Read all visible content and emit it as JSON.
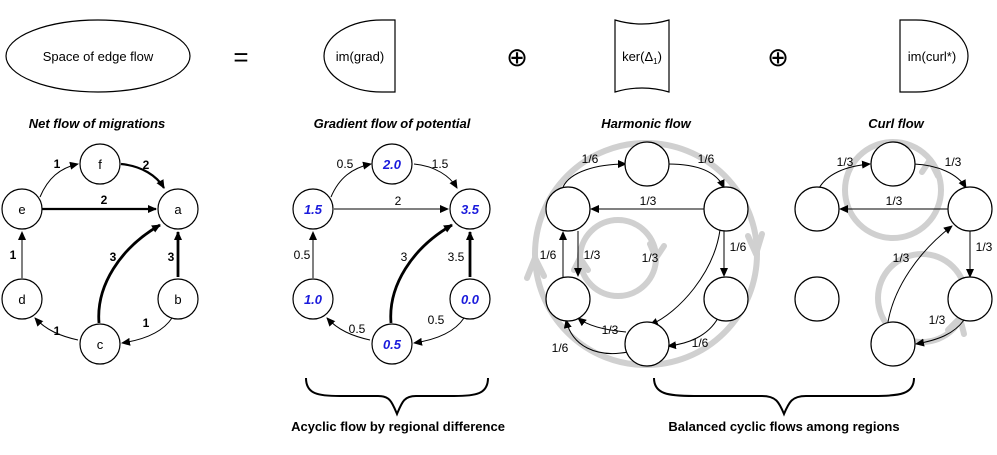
{
  "equation": {
    "space_label": "Space of edge flow",
    "equals": "=",
    "oplus": "⊕",
    "im_grad": "im(grad)",
    "ker_label": "ker(Δ",
    "ker_sub": "1",
    "ker_close": ")",
    "im_curl": "im(curl*)"
  },
  "titles": {
    "net": "Net flow of migrations",
    "gradient": "Gradient flow of potential",
    "harmonic": "Harmonic flow",
    "curl": "Curl flow"
  },
  "summaries": {
    "acyclic": "Acyclic flow by regional difference",
    "balanced": "Balanced cyclic flows among regions"
  },
  "net_flow": {
    "nodes": {
      "a": "a",
      "b": "b",
      "c": "c",
      "d": "d",
      "e": "e",
      "f": "f"
    },
    "edges": {
      "e_f": "1",
      "f_a": "2",
      "e_a": "2",
      "d_e": "1",
      "c_a": "3",
      "b_a": "3",
      "c_d": "1",
      "b_c": "1"
    }
  },
  "gradient_flow": {
    "potentials": {
      "a": "3.5",
      "b": "0.0",
      "c": "0.5",
      "d": "1.0",
      "e": "1.5",
      "f": "2.0"
    },
    "edges": {
      "e_f": "0.5",
      "f_a": "1.5",
      "e_a": "2",
      "d_e": "0.5",
      "c_a": "3",
      "b_a": "3.5",
      "c_d": "0.5",
      "b_c": "0.5"
    }
  },
  "harmonic_flow": {
    "edges": {
      "e_f": "1/6",
      "f_a": "1/6",
      "a_e": "1/3",
      "d_e": "1/6",
      "e_d": "1/3",
      "a_b": "1/6",
      "a_c": "1/3",
      "c_d": "1/3",
      "b_c": "1/6",
      "c_d_outer": "1/6"
    }
  },
  "curl_flow": {
    "edges": {
      "e_f": "1/3",
      "f_a": "1/3",
      "a_e": "1/3",
      "a_b": "1/3",
      "c_a": "1/3",
      "b_c": "1/3"
    }
  }
}
